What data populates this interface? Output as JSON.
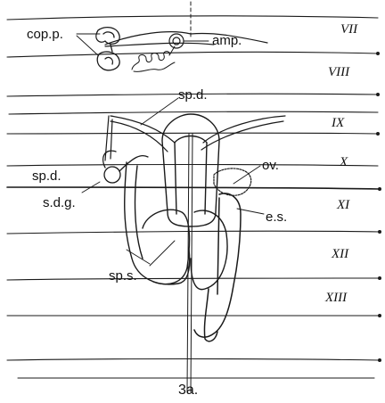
{
  "figure": {
    "caption": "3a.",
    "labels": {
      "cop_p": "cop.p.",
      "amp": "amp.",
      "sp_d_upper": "sp.d.",
      "sp_d_left": "sp.d.",
      "s_d_g": "s.d.g.",
      "ov": "ov.",
      "e_s": "e.s.",
      "sp_s": "sp.s."
    },
    "segments": [
      "VII",
      "VIII",
      "IX",
      "X",
      "XI",
      "XII",
      "XIII"
    ]
  }
}
